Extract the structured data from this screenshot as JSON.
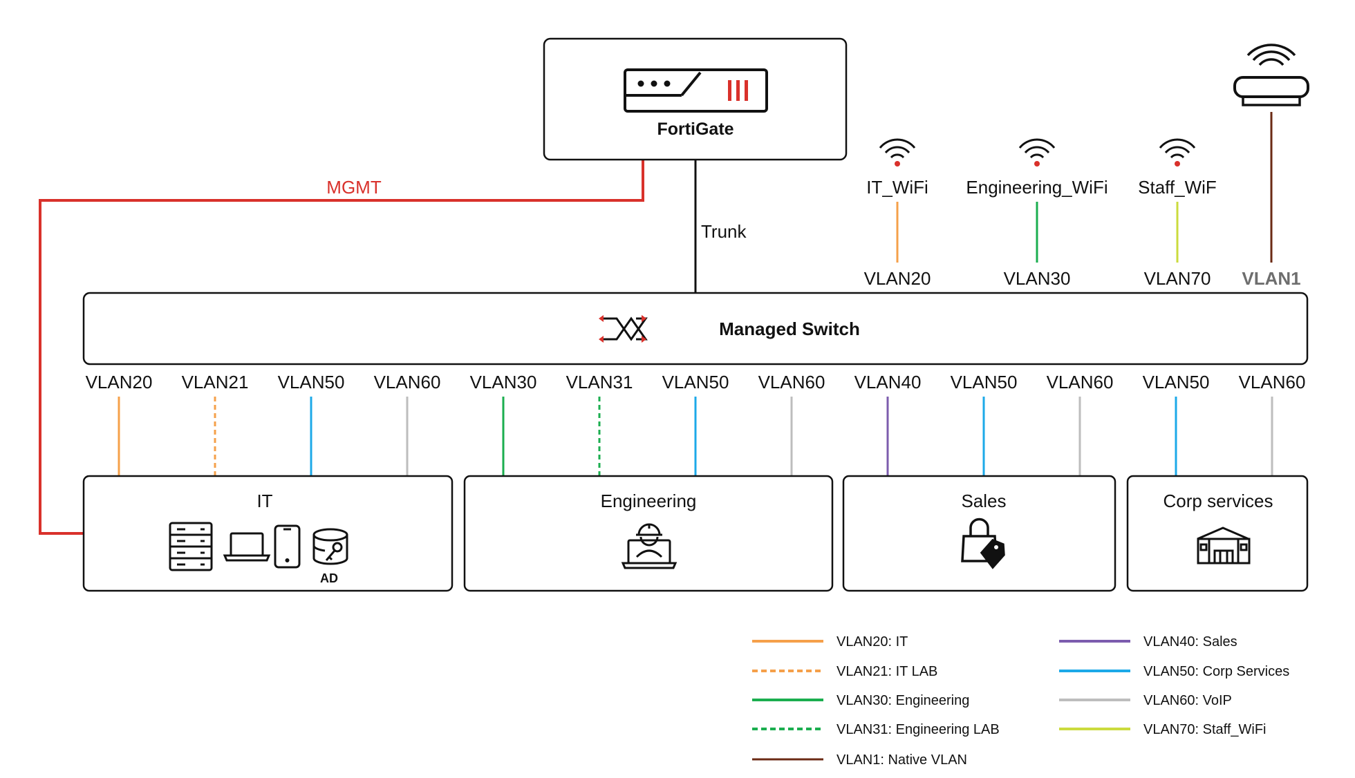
{
  "firewall": {
    "label": "FortiGate"
  },
  "links": {
    "mgmt_label": "MGMT",
    "trunk_label": "Trunk"
  },
  "switch": {
    "label": "Managed Switch"
  },
  "wifi": [
    {
      "name": "IT_WiFi",
      "vlan": "VLAN20",
      "color": "#F5A04A"
    },
    {
      "name": "Engineering_WiFi",
      "vlan": "VLAN30",
      "color": "#1BAE4F"
    },
    {
      "name": "Staff_WiF",
      "vlan": "VLAN70",
      "color": "#CBDB3E"
    }
  ],
  "access_point": {
    "vlan": "VLAN1",
    "color": "#6B2A14"
  },
  "switch_ports": [
    {
      "vlan": "VLAN20",
      "color": "#F5A04A",
      "dashed": false
    },
    {
      "vlan": "VLAN21",
      "color": "#F5A04A",
      "dashed": true
    },
    {
      "vlan": "VLAN50",
      "color": "#1CA9E8",
      "dashed": false
    },
    {
      "vlan": "VLAN60",
      "color": "#BDBDBD",
      "dashed": false
    },
    {
      "vlan": "VLAN30",
      "color": "#1BAE4F",
      "dashed": false
    },
    {
      "vlan": "VLAN31",
      "color": "#1BAE4F",
      "dashed": true
    },
    {
      "vlan": "VLAN50",
      "color": "#1CA9E8",
      "dashed": false
    },
    {
      "vlan": "VLAN60",
      "color": "#BDBDBD",
      "dashed": false
    },
    {
      "vlan": "VLAN40",
      "color": "#7C5CAE",
      "dashed": false
    },
    {
      "vlan": "VLAN50",
      "color": "#1CA9E8",
      "dashed": false
    },
    {
      "vlan": "VLAN60",
      "color": "#BDBDBD",
      "dashed": false
    },
    {
      "vlan": "VLAN50",
      "color": "#1CA9E8",
      "dashed": false
    },
    {
      "vlan": "VLAN60",
      "color": "#BDBDBD",
      "dashed": false
    }
  ],
  "departments": [
    {
      "name": "IT",
      "icon": "server-laptop-phone-ad-icons",
      "ad_label": "AD"
    },
    {
      "name": "Engineering",
      "icon": "engineer-laptop-icon"
    },
    {
      "name": "Sales",
      "icon": "shopping-bag-tag-icon"
    },
    {
      "name": "Corp services",
      "icon": "office-building-icon"
    }
  ],
  "legend": [
    {
      "label": "VLAN20: IT",
      "color": "#F5A04A",
      "dashed": false
    },
    {
      "label": "VLAN21: IT LAB",
      "color": "#F5A04A",
      "dashed": true
    },
    {
      "label": "VLAN30: Engineering",
      "color": "#1BAE4F",
      "dashed": false
    },
    {
      "label": "VLAN31: Engineering LAB",
      "color": "#1BAE4F",
      "dashed": true
    },
    {
      "label": "VLAN1: Native VLAN",
      "color": "#6B2A14",
      "dashed": false
    },
    {
      "label": "VLAN40: Sales",
      "color": "#7C5CAE",
      "dashed": false
    },
    {
      "label": "VLAN50: Corp Services",
      "color": "#1CA9E8",
      "dashed": false
    },
    {
      "label": "VLAN60: VoIP",
      "color": "#BDBDBD",
      "dashed": false
    },
    {
      "label": "VLAN70: Staff_WiFi",
      "color": "#CBDB3E",
      "dashed": false
    }
  ],
  "colors": {
    "mgmt": "#D9312B",
    "trunk": "#111111",
    "accent_red": "#D9312B",
    "vlan1_text": "#6E6E6E"
  }
}
